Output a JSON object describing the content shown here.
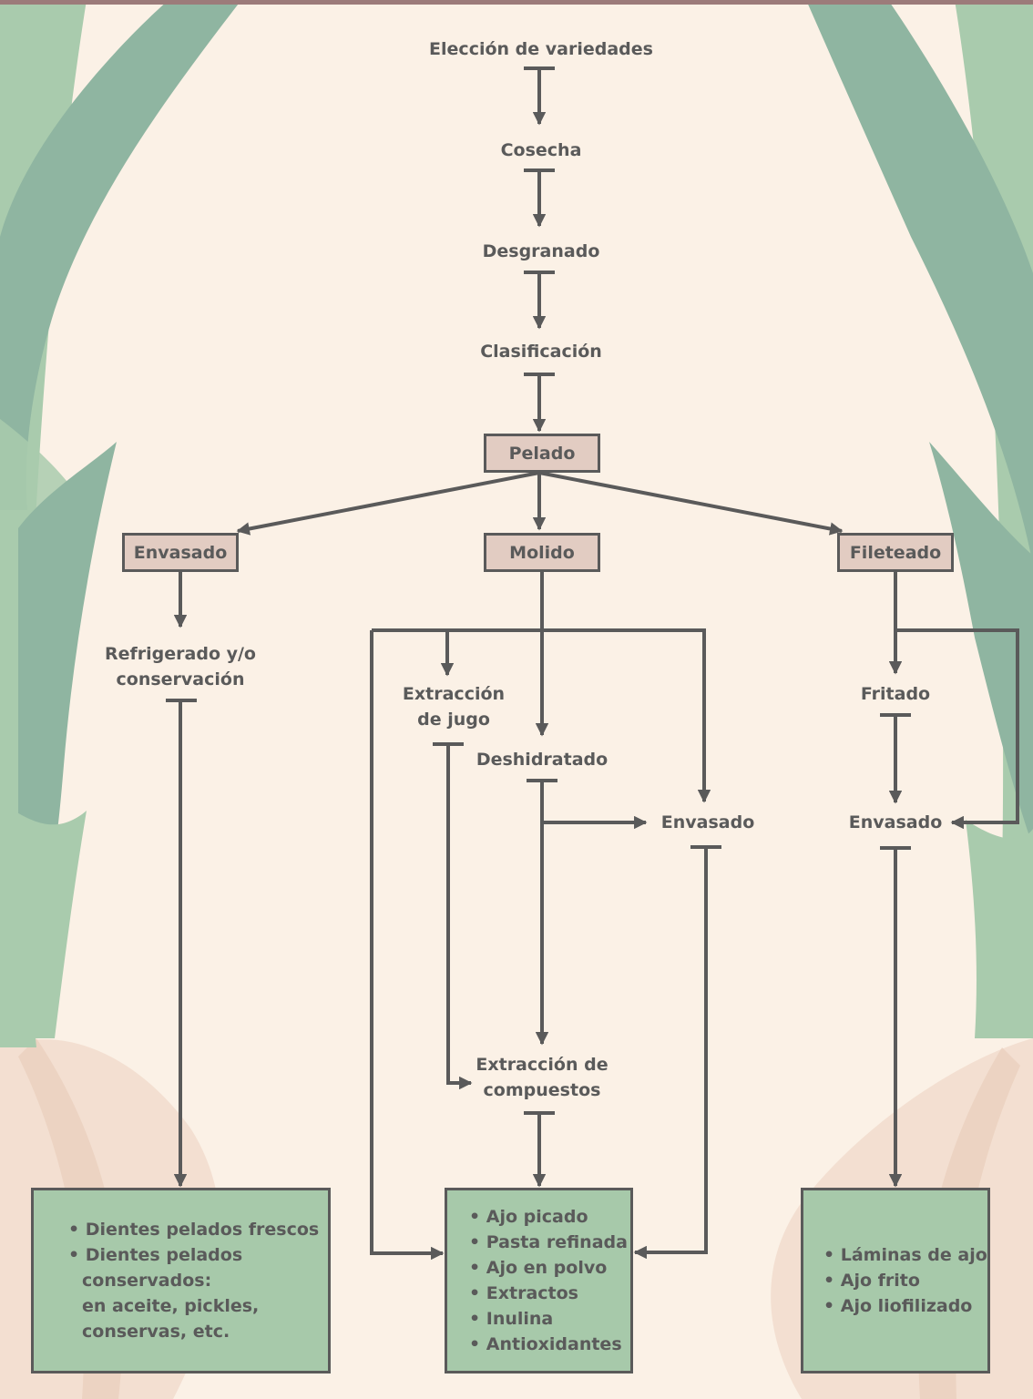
{
  "flow": {
    "step_varieties": "Elección de variedades",
    "step_harvest": "Cosecha",
    "step_degrain": "Desgranado",
    "step_classify": "Clasificación",
    "step_peel": "Pelado",
    "branch_left": "Envasado",
    "branch_center": "Molido",
    "branch_right": "Fileteado",
    "refrigerated_line1": "Refrigerado y/o",
    "refrigerated_line2": "conservación",
    "juice_line1": "Extracción",
    "juice_line2": "de jugo",
    "dehydrated": "Deshidratado",
    "packaging_center": "Envasado",
    "fried": "Fritado",
    "packaging_right": "Envasado",
    "compounds_line1": "Extracción de",
    "compounds_line2": "compuestos"
  },
  "results": {
    "left": [
      "• Dientes pelados frescos",
      "• Dientes pelados",
      "conservados:",
      "en aceite, pickles,",
      "conservas, etc."
    ],
    "center": [
      "• Ajo picado",
      "• Pasta refinada",
      "• Ajo en polvo",
      "• Extractos",
      "• Inulina",
      "• Antioxidantes"
    ],
    "right": [
      "• Láminas de ajo",
      "• Ajo frito",
      "• Ajo liofilizado"
    ]
  },
  "colors": {
    "background": "#fbf1e6",
    "line": "#5a5a5a",
    "process_box": "#e2ccc2",
    "result_box": "#a7c9aa",
    "leaf_dark": "#8fb5a1",
    "leaf_light": "#a9cbad",
    "bulb": "#f1dccd"
  },
  "icons": [
    "garlic-leaf-illustration",
    "garlic-bulb-illustration"
  ]
}
